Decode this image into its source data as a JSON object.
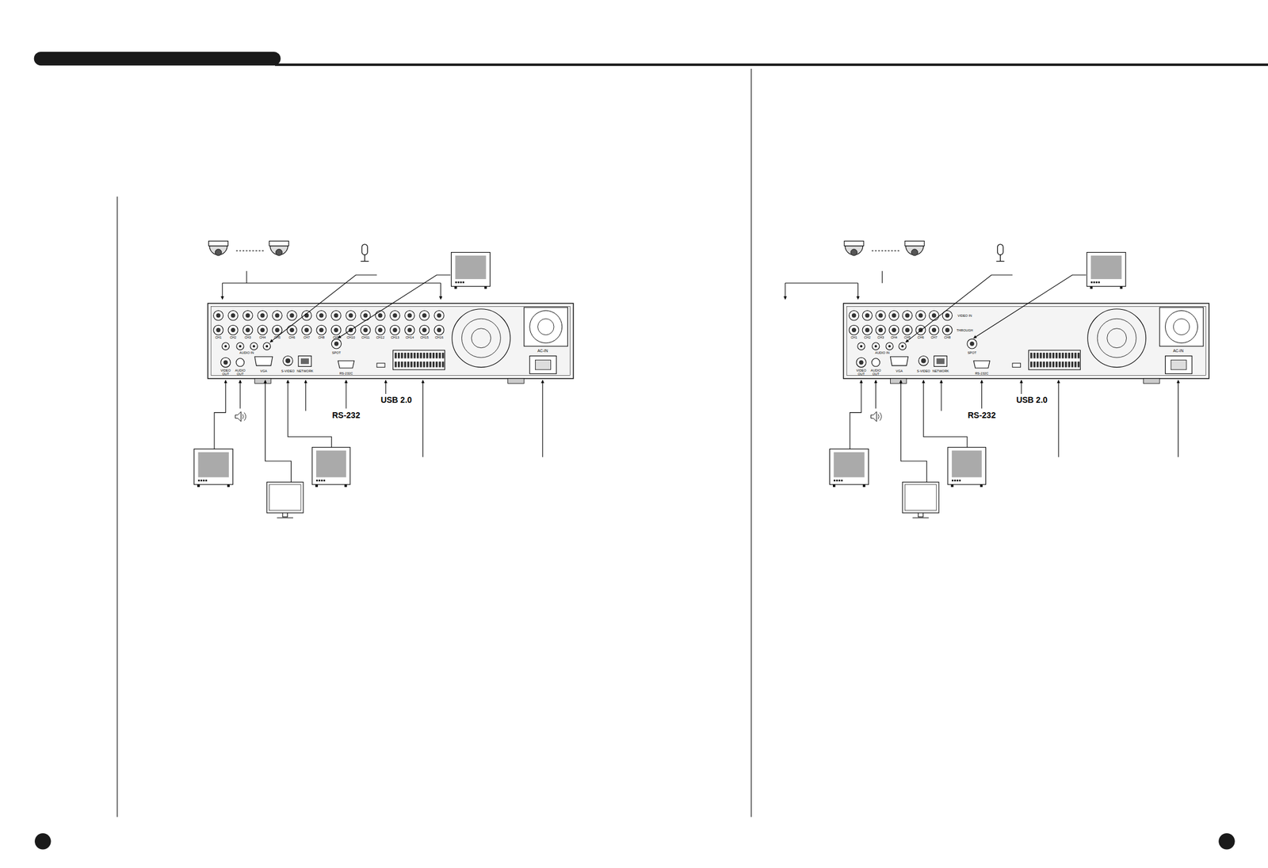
{
  "diagram": {
    "labels": [
      "CH1",
      "CH2",
      "CH3",
      "CH4",
      "CH5",
      "CH6",
      "CH7",
      "CH8",
      "CH9",
      "CH10",
      "CH11",
      "CH12",
      "CH13",
      "CH14",
      "CH15",
      "CH16",
      "AUDIO IN",
      "VIDEO OUT",
      "AUDIO OUT",
      "VGA",
      "S-VIDEO",
      "NETWORK",
      "SPOT",
      "RS-232C",
      "AC-IN",
      "RS-232",
      "USB 2.0",
      "CH1",
      "CH2",
      "CH3",
      "CH4",
      "CH5",
      "CH6",
      "CH7",
      "CH8",
      "VIDEO IN",
      "THROUGH",
      "AUDIO IN",
      "VIDEO OUT",
      "AUDIO OUT",
      "VGA",
      "S-VIDEO",
      "NETWORK",
      "SPOT",
      "RS-232C",
      "AC-IN",
      "RS-232",
      "USB 2.0"
    ]
  }
}
